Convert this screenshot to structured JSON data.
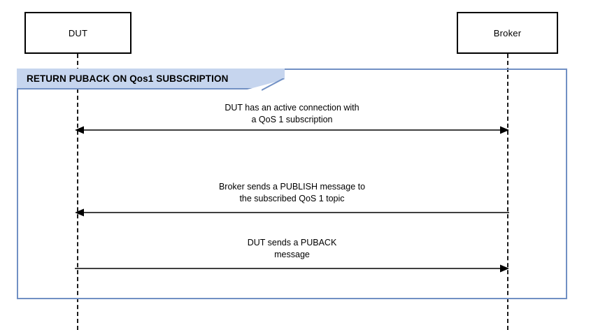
{
  "diagram": {
    "type": "uml-sequence-diagram",
    "participants": [
      {
        "id": "dut",
        "label": "DUT"
      },
      {
        "id": "broker",
        "label": "Broker"
      }
    ],
    "fragment": {
      "label": "RETURN PUBACK ON Qos1 SUBSCRIPTION",
      "header_fill": "#c6d5ee",
      "border_color": "#7190c4"
    },
    "messages": [
      {
        "id": "m1",
        "text": "DUT has an active connection with\na QoS 1 subscription",
        "from": "dut",
        "to": "broker",
        "direction": "bidirectional"
      },
      {
        "id": "m2",
        "text": "Broker sends a PUBLISH message to\nthe subscribed QoS 1 topic",
        "from": "broker",
        "to": "dut",
        "direction": "left"
      },
      {
        "id": "m3",
        "text": "DUT sends a PUBACK\nmessage",
        "from": "dut",
        "to": "broker",
        "direction": "right"
      }
    ],
    "colors": {
      "line": "#000000",
      "lifeline": "#1a1a1a",
      "background": "#ffffff"
    }
  }
}
